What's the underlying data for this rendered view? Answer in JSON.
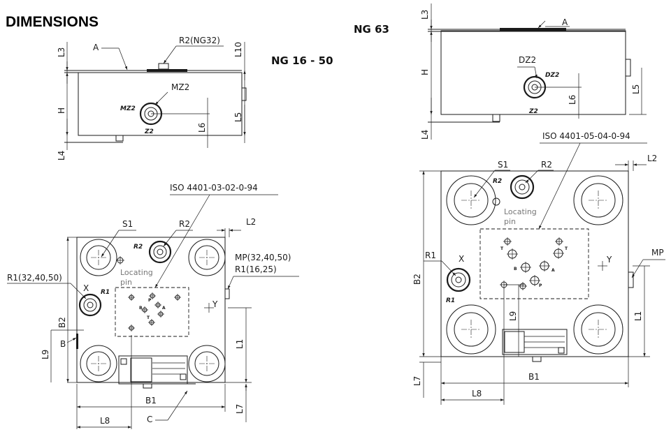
{
  "title": "DIMENSIONS",
  "left_drawing": {
    "series_label": "NG 16 - 50",
    "side_view": {
      "dims": [
        "L3",
        "H",
        "L4",
        "L10",
        "L5",
        "L6"
      ],
      "callouts": [
        "A",
        "R2(NG32)",
        "MZ2"
      ],
      "plug_labels": [
        "MZ2",
        "Z2"
      ]
    },
    "top_view": {
      "iso_label": "ISO 4401-03-02-0-94",
      "port_labels": [
        "S1",
        "R2",
        "R1(32,40,50)",
        "X",
        "Y",
        "MP(32,40,50)",
        "R1(16,25)",
        "L2",
        "B",
        "C"
      ],
      "pin_label_1": "Locating",
      "pin_label_2": "pin",
      "dims": [
        "B2",
        "L9",
        "L1",
        "L7",
        "B1",
        "L8"
      ],
      "face_port_letters": [
        "P",
        "B",
        "A",
        "T"
      ],
      "plug_labels": [
        "R2",
        "R1"
      ]
    }
  },
  "right_drawing": {
    "series_label": "NG 63",
    "side_view": {
      "dims": [
        "L3",
        "H",
        "L4",
        "L6",
        "L5"
      ],
      "callouts": [
        "A",
        "DZ2"
      ],
      "plug_labels": [
        "DZ2",
        "Z2"
      ]
    },
    "top_view": {
      "iso_label": "ISO 4401-05-04-0-94",
      "port_labels": [
        "S1",
        "R2",
        "R1",
        "X",
        "Y",
        "MP",
        "L2"
      ],
      "pin_label_1": "Locating",
      "pin_label_2": "pin",
      "dims": [
        "B2",
        "L9",
        "L1",
        "L7",
        "B1",
        "L8"
      ],
      "face_port_letters": [
        "T",
        "T",
        "B",
        "A",
        "P"
      ],
      "plug_labels": [
        "R2",
        "R1"
      ]
    }
  }
}
